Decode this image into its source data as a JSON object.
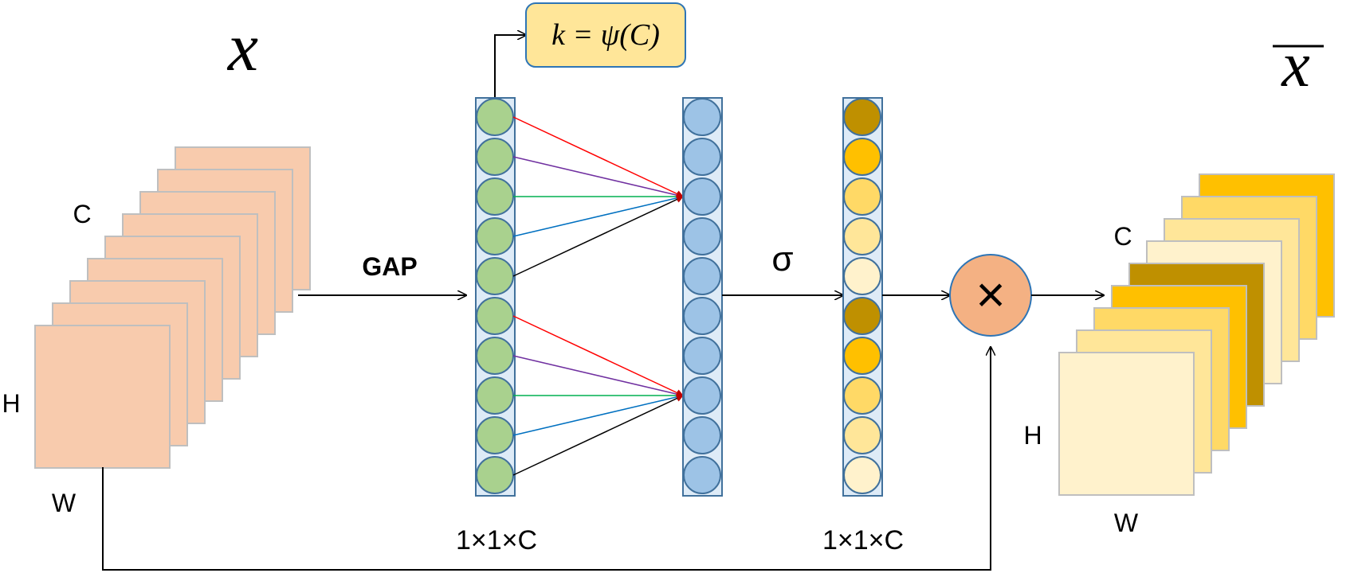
{
  "input": {
    "symbol": "x",
    "dim_c": "C",
    "dim_h": "H",
    "dim_w": "W",
    "fill": "#f8cbad",
    "stroke": "#bfbfbf"
  },
  "gap_label": "GAP",
  "formula": "k = ψ(C)",
  "sigma_label": "σ",
  "multiply_symbol": "×",
  "dim_label_1": "1×1×C",
  "dim_label_2": "1×1×C",
  "output": {
    "symbol": "x",
    "dim_c": "C",
    "dim_h": "H",
    "dim_w": "W"
  },
  "colors": {
    "green_node": "#a9d18e",
    "blue_node": "#9dc3e6",
    "column_bg": "#deebf7",
    "column_stroke": "#41719c",
    "formula_box": "#ffe699",
    "multiply_circle": "#f4b183",
    "arrow": "#000000",
    "edge_red": "#ff0000",
    "edge_purple": "#7030a0",
    "edge_green": "#00b050",
    "edge_blue": "#0070c0",
    "edge_black": "#000000"
  },
  "attention_weight_colors": [
    "#bf9000",
    "#ffc000",
    "#ffd966",
    "#ffe699",
    "#fff2cc",
    "#bf9000",
    "#ffc000",
    "#ffd966",
    "#ffe699",
    "#fff2cc"
  ]
}
